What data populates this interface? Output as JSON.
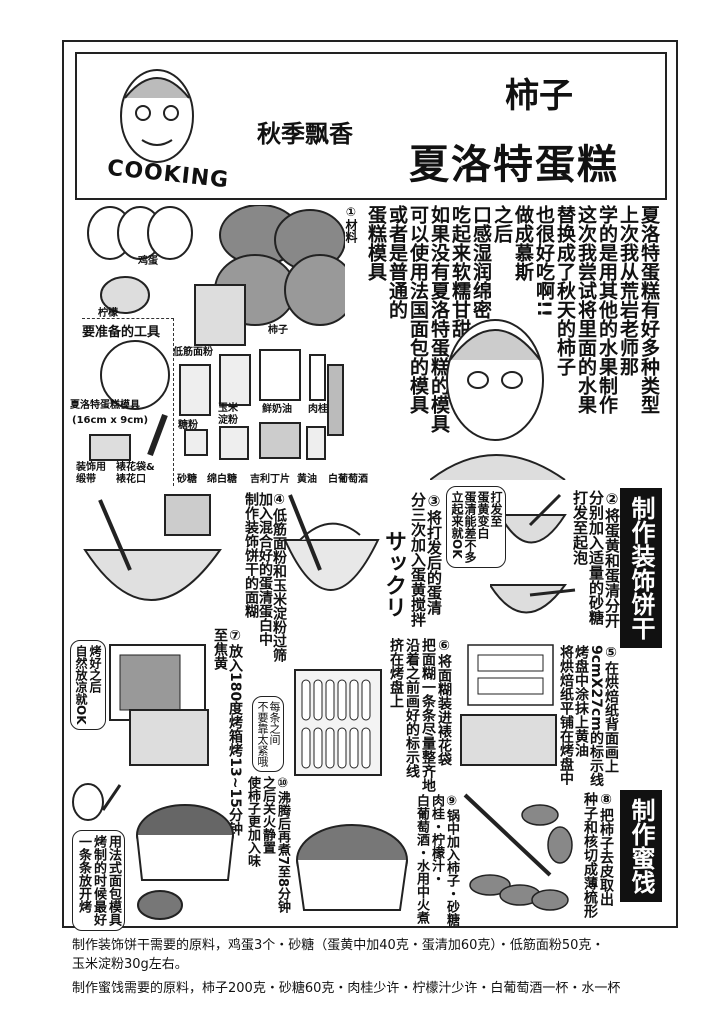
{
  "header": {
    "title_small": "柿子",
    "subtitle": "秋季飘香",
    "title": "夏洛特蛋糕",
    "logo_text": "COOKING"
  },
  "intro": {
    "lines": [
      "夏洛特蛋糕有好多种类型",
      "上次我从荒岩老师那",
      "学的是用其他的水果制作",
      "这次我尝试将里面的水果",
      "替换成了秋天的柿子",
      "也很好吃啊!!",
      "做成慕斯",
      "之后",
      "口感湿润绵密",
      "吃起来软糯甘甜",
      "如果没有夏洛特蛋糕的模具",
      "可以使用法国面包的模具",
      "或者是普通的",
      "蛋糕模具"
    ]
  },
  "materials": {
    "heading": "①材料",
    "items": [
      "鸡蛋",
      "柠檬",
      "柿子",
      "低筋面粉",
      "糖粉",
      "玉米淀粉",
      "鲜奶油",
      "肉桂",
      "砂糖",
      "绵白糖",
      "吉利丁片",
      "黄油",
      "白葡萄酒"
    ],
    "tools_heading": "要准备的工具",
    "tools": [
      "夏洛特蛋糕模具",
      "(16cm x 9cm)",
      "装饰用缎带",
      "裱花袋&裱花口"
    ]
  },
  "sections": {
    "biscuit": "制作装饰饼干",
    "compote": "制作蜜饯"
  },
  "steps": {
    "s2": [
      "②将蛋黄和蛋清分开",
      "分别加入适量的砂糖",
      "打发至起泡"
    ],
    "s2_bubble": [
      "打发至",
      "蛋黄变白",
      "蛋清能差不多",
      "立起来就OK"
    ],
    "s3": [
      "③将打发后的蛋清",
      "分三次加入蛋黄搅拌"
    ],
    "sfx": "サックリ",
    "s4": [
      "④低筋面粉和玉米淀粉过筛",
      "加入混合好的蛋清蛋白中",
      "制作装饰饼干的面糊"
    ],
    "s5": [
      "⑤在烘焙纸背面画上",
      "9cmX27cm的标示线",
      "烤盘中涂抹上黄油",
      "将烘焙纸平铺在烤盘中"
    ],
    "s6": [
      "⑥将面糊装进裱花袋",
      "把面糊一条条尽量整齐地",
      "沿着之前画好的标示线",
      "挤在烤盘上"
    ],
    "s6_note": [
      "每条之间",
      "不要靠太紧哦"
    ],
    "s7": [
      "⑦放入180度烤箱烤13~15分钟",
      "至焦黄"
    ],
    "s7_bubble": [
      "烤好之后",
      "自然放凉就OK"
    ],
    "s8": [
      "⑧把柿子去皮取出",
      "种子和核切成薄梳形"
    ],
    "s9": [
      "⑨锅中加入柿子・砂糖",
      "肉桂・柠檬汁・",
      "白葡萄酒・水用中火煮"
    ],
    "s10": [
      "⑩沸腾后再煮7至8分钟",
      "之后关火静置",
      "使柿子更加入味"
    ],
    "tip_bubble": [
      "用法式面包模具",
      "烤制的时候最好",
      "一条条放开烤"
    ]
  },
  "footer": {
    "biscuit_ingredients_1": "制作装饰饼干需要的原料，鸡蛋3个・砂糖（蛋黄中加40克・蛋清加60克）・低筋面粉50克・",
    "biscuit_ingredients_2": "玉米淀粉30g左右。",
    "compote_ingredients": "制作蜜饯需要的原料，柿子200克・砂糖60克・肉桂少许・柠檬汁少许・白葡萄酒一杯・水一杯"
  }
}
